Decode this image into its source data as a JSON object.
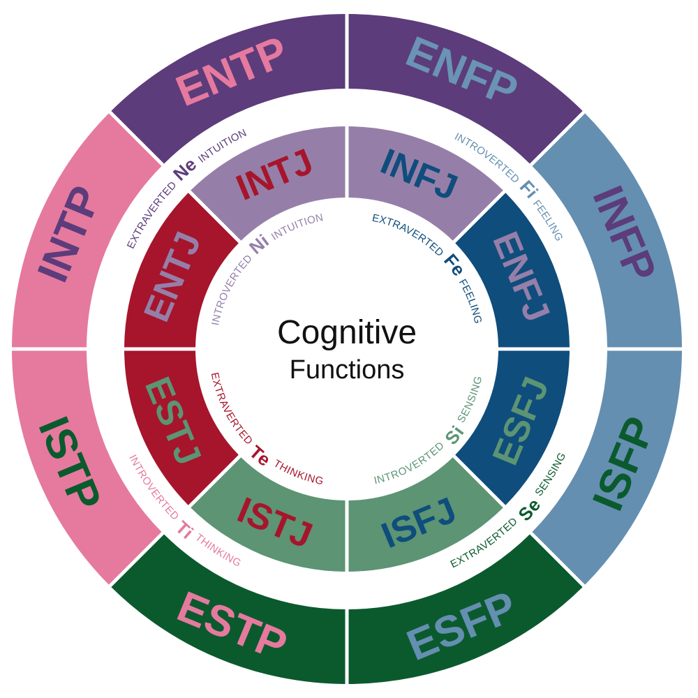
{
  "center": {
    "title": "Cognitive",
    "subtitle": "Functions"
  },
  "outer_ring": [
    {
      "label": "ENFP",
      "fill": "#5c3c7b",
      "text_color": "#6a93b4"
    },
    {
      "label": "INFP",
      "fill": "#648fb1",
      "text_color": "#5c3c7b"
    },
    {
      "label": "ISFP",
      "fill": "#648fb1",
      "text_color": "#0b5a2e"
    },
    {
      "label": "ESFP",
      "fill": "#0b5a2e",
      "text_color": "#648fb1"
    },
    {
      "label": "ESTP",
      "fill": "#0b5a2e",
      "text_color": "#e57a9e"
    },
    {
      "label": "ISTP",
      "fill": "#e57a9e",
      "text_color": "#0b5a2e"
    },
    {
      "label": "INTP",
      "fill": "#e57a9e",
      "text_color": "#5c3c7b"
    },
    {
      "label": "ENTP",
      "fill": "#5c3c7b",
      "text_color": "#e57a9e"
    }
  ],
  "inner_ring": [
    {
      "label": "INFJ",
      "fill": "#957fa9",
      "text_color": "#0f4d7c"
    },
    {
      "label": "ENFJ",
      "fill": "#0f4d7c",
      "text_color": "#957fa9"
    },
    {
      "label": "ESFJ",
      "fill": "#0f4d7c",
      "text_color": "#5c9474"
    },
    {
      "label": "ISFJ",
      "fill": "#5c9474",
      "text_color": "#0f4d7c"
    },
    {
      "label": "ISTJ",
      "fill": "#5c9474",
      "text_color": "#a6152b"
    },
    {
      "label": "ESTJ",
      "fill": "#a6152b",
      "text_color": "#5c9474"
    },
    {
      "label": "ENTJ",
      "fill": "#a6152b",
      "text_color": "#957fa9"
    },
    {
      "label": "INTJ",
      "fill": "#957fa9",
      "text_color": "#a6152b"
    }
  ],
  "outer_functions": [
    {
      "prefix": "EXTRAVERTED",
      "code": "Ne",
      "suffix": "INTUITION",
      "color": "#5c3c7b"
    },
    {
      "prefix": "INTROVERTED",
      "code": "Fi",
      "suffix": "FEELING",
      "color": "#648fb1"
    },
    {
      "prefix": "EXTRAVERTED",
      "code": "Se",
      "suffix": "SENSING",
      "color": "#0b5a2e"
    },
    {
      "prefix": "INTROVERTED",
      "code": "Ti",
      "suffix": "THINKING",
      "color": "#e57a9e"
    }
  ],
  "inner_functions": [
    {
      "prefix": "INTROVERTED",
      "code": "Ni",
      "suffix": "INTUITION",
      "color": "#957fa9"
    },
    {
      "prefix": "EXTRAVERTED",
      "code": "Fe",
      "suffix": "FEELING",
      "color": "#0f4d7c"
    },
    {
      "prefix": "INTROVERTED",
      "code": "Si",
      "suffix": "SENSING",
      "color": "#5c9474"
    },
    {
      "prefix": "EXTRAVERTED",
      "code": "Te",
      "suffix": "THINKING",
      "color": "#a6152b"
    }
  ]
}
